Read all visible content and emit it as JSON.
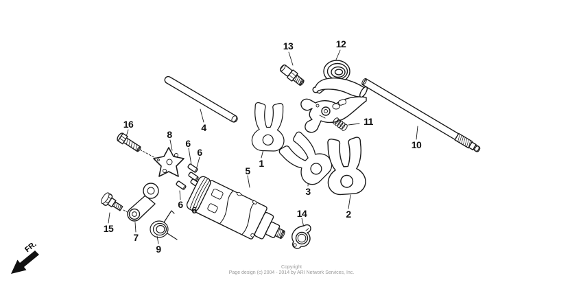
{
  "diagram": {
    "background_color": "#ffffff",
    "line_color": "#1a1a1a",
    "callouts": [
      {
        "id": "1",
        "label": "1"
      },
      {
        "id": "2",
        "label": "2"
      },
      {
        "id": "3",
        "label": "3"
      },
      {
        "id": "4",
        "label": "4"
      },
      {
        "id": "5",
        "label": "5"
      },
      {
        "id": "6a",
        "label": "6"
      },
      {
        "id": "6b",
        "label": "6"
      },
      {
        "id": "6c",
        "label": "6"
      },
      {
        "id": "6d",
        "label": "6"
      },
      {
        "id": "7",
        "label": "7"
      },
      {
        "id": "8",
        "label": "8"
      },
      {
        "id": "9",
        "label": "9"
      },
      {
        "id": "10",
        "label": "10"
      },
      {
        "id": "11",
        "label": "11"
      },
      {
        "id": "12",
        "label": "12"
      },
      {
        "id": "13",
        "label": "13"
      },
      {
        "id": "14",
        "label": "14"
      },
      {
        "id": "15",
        "label": "15"
      },
      {
        "id": "16",
        "label": "16"
      }
    ]
  },
  "direction_indicator": {
    "label": "FR."
  },
  "footer": {
    "line1": "Copyright",
    "line2": "Page design (c) 2004 - 2014 by ARI Network Services, Inc."
  }
}
